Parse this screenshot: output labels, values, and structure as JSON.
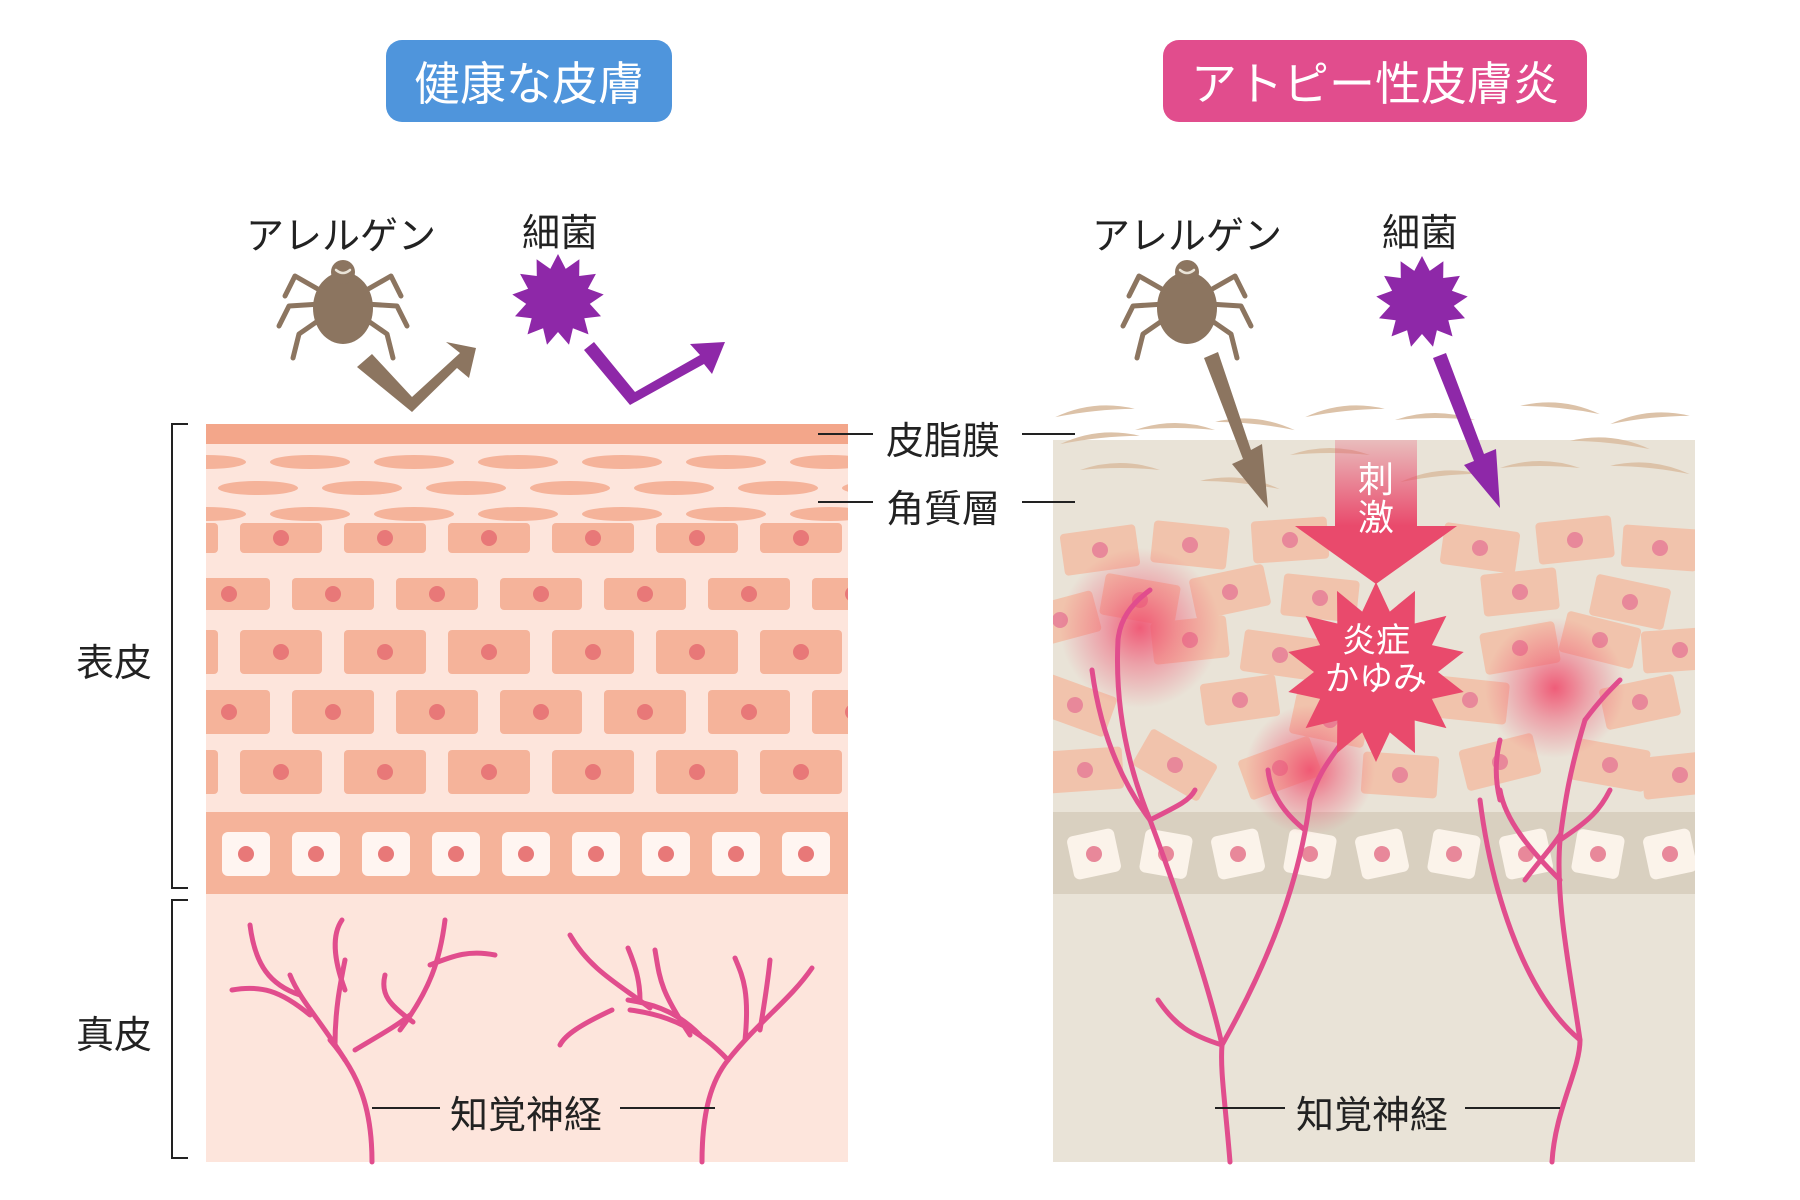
{
  "healthy": {
    "title": "健康な皮膚",
    "title_color": "#4f95dc",
    "allergen_label": "アレルゲン",
    "bacteria_label": "細菌"
  },
  "atopic": {
    "title": "アトピー性皮膚炎",
    "title_color": "#e14d8d",
    "allergen_label": "アレルゲン",
    "bacteria_label": "細菌",
    "stimulus": "刺激",
    "symptoms": [
      "炎症",
      "かゆみ"
    ]
  },
  "layers": {
    "sebum_film": "皮脂膜",
    "stratum_corneum": "角質層",
    "epidermis": "表皮",
    "dermis": "真皮"
  },
  "nerve": {
    "healthy_label": "知覚神経",
    "atopic_label": "知覚神経"
  },
  "colors": {
    "healthy_skin": "#fde5dc",
    "healthy_cell": "#f5b39a",
    "healthy_nucleus": "#e87878",
    "atopic_skin": "#e9e3d7",
    "atopic_basal": "#d9d0c0",
    "atopic_cell": "#f1c3ac",
    "nerve": "#e14d8d",
    "tick": "#8c7560",
    "bacteria": "#8e28a8",
    "inflammation": "#f04e6e"
  }
}
